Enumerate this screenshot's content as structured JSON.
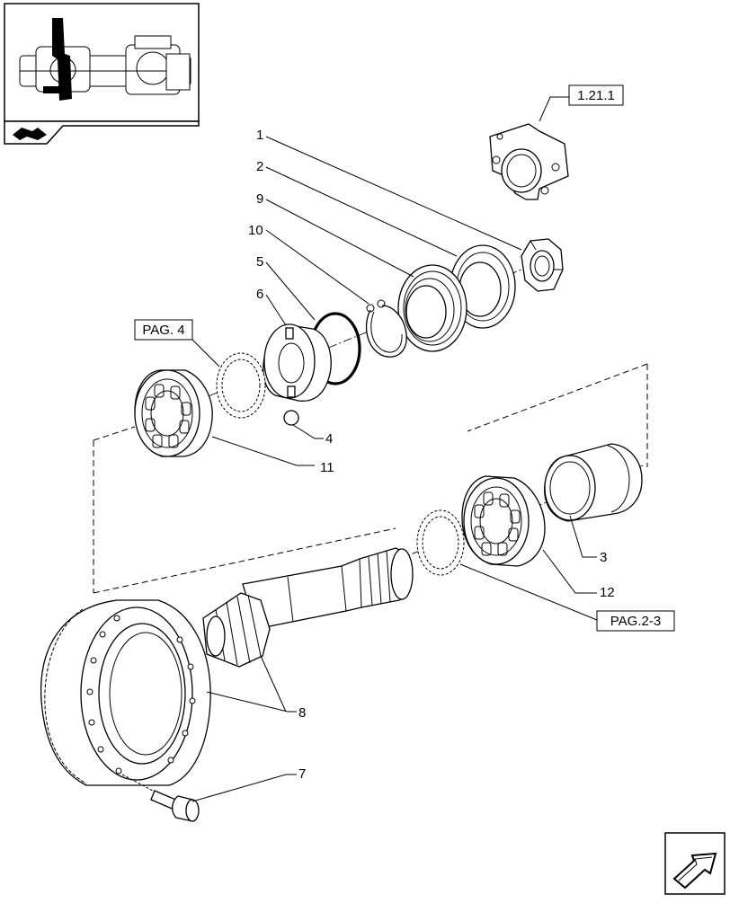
{
  "callouts": [
    {
      "id": "c1",
      "text": "1"
    },
    {
      "id": "c2",
      "text": "2"
    },
    {
      "id": "c9",
      "text": "9"
    },
    {
      "id": "c10",
      "text": "10"
    },
    {
      "id": "c5",
      "text": "5"
    },
    {
      "id": "c6",
      "text": "6"
    },
    {
      "id": "c4",
      "text": "4"
    },
    {
      "id": "c11",
      "text": "11"
    },
    {
      "id": "c3",
      "text": "3"
    },
    {
      "id": "c12",
      "text": "12"
    },
    {
      "id": "c8",
      "text": "8"
    },
    {
      "id": "c7",
      "text": "7"
    }
  ],
  "references": {
    "ref_1211": "1.21.1",
    "ref_pag4": "PAG. 4",
    "ref_pag23": "PAG.2-3"
  },
  "icons": {
    "thumbnail": "axle-assembly-thumbnail",
    "book": "book-icon",
    "nav": "next-page-arrow-icon"
  }
}
